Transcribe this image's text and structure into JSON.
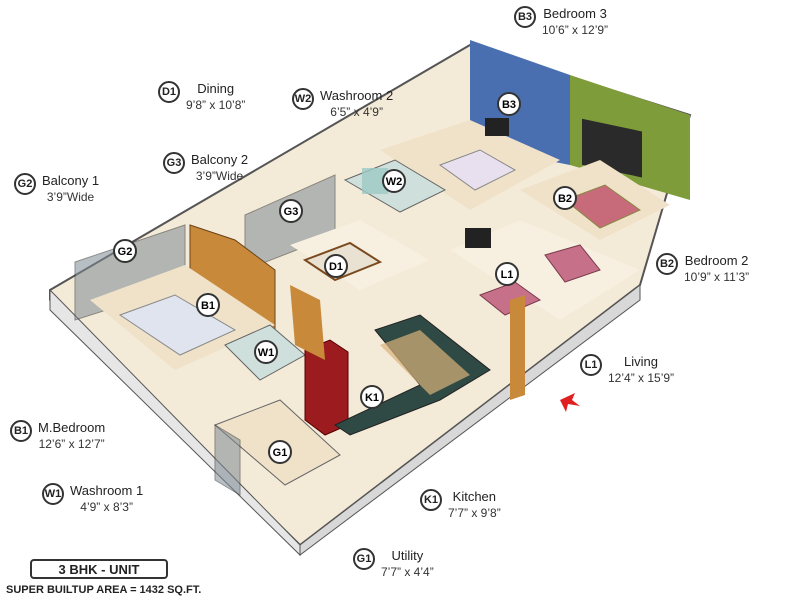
{
  "unit_label": "3 BHK - UNIT",
  "area_label": "SUPER BUILTUP AREA = 1432 SQ.FT.",
  "rooms": [
    {
      "code": "B3",
      "name": "Bedroom 3",
      "dims": "10’6” x 12’9”"
    },
    {
      "code": "D1",
      "name": "Dining",
      "dims": "9’8” x 10’8”"
    },
    {
      "code": "W2",
      "name": "Washroom 2",
      "dims": "6’5” x 4’9”"
    },
    {
      "code": "G3",
      "name": "Balcony 2",
      "dims": "3’9”Wide"
    },
    {
      "code": "G2",
      "name": "Balcony 1",
      "dims": "3’9”Wide"
    },
    {
      "code": "B2",
      "name": "Bedroom 2",
      "dims": "10’9” x 11’3”"
    },
    {
      "code": "L1",
      "name": "Living",
      "dims": "12’4” x 15’9”"
    },
    {
      "code": "B1",
      "name": "M.Bedroom",
      "dims": "12’6” x 12’7”"
    },
    {
      "code": "W1",
      "name": "Washroom 1",
      "dims": "4’9” x 8’3”"
    },
    {
      "code": "K1",
      "name": "Kitchen",
      "dims": "7’7” x 9’8”"
    },
    {
      "code": "G1",
      "name": "Utility",
      "dims": "7’7” x 4’4”"
    }
  ],
  "plan_markers": [
    "B3",
    "W2",
    "B2",
    "G3",
    "D1",
    "L1",
    "G2",
    "B1",
    "W1",
    "K1",
    "G1"
  ],
  "colors": {
    "bedroom3_wall": "#4a6fb0",
    "bedroom2_wall": "#7f9c3a",
    "floor": "#f4ead8",
    "wall": "#f1f1f1",
    "wall_edge": "#555555",
    "entry_arrow": "#e02020"
  }
}
